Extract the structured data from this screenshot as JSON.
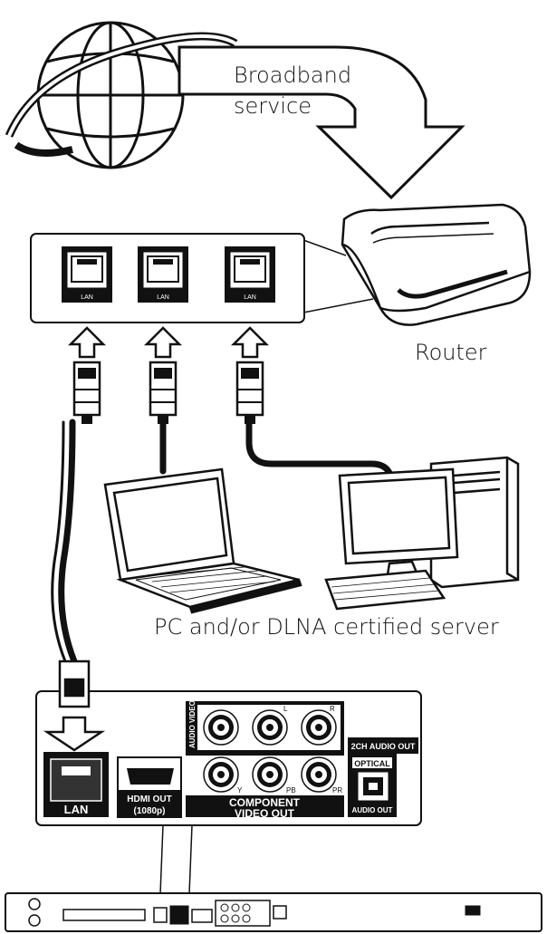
{
  "labels": {
    "broadband": "Broadband\nservice",
    "router": "Router",
    "server": "PC and/or DLNA certified server"
  },
  "router_ports": [
    "LAN",
    "LAN",
    "LAN"
  ],
  "player_panel": {
    "lan": "LAN",
    "hdmi_line1": "HDMI OUT",
    "hdmi_line2": "(1080p)",
    "component_line1": "COMPONENT",
    "component_line2": "VIDEO OUT",
    "audio_video_out": "AUDIO VIDEO",
    "two_ch_audio_out": "2CH AUDIO OUT",
    "optical": "OPTICAL",
    "audio_out": "AUDIO OUT",
    "jack_l": "L",
    "jack_r": "R",
    "jack_y": "Y",
    "jack_pb": "PB",
    "jack_pr": "PR"
  },
  "colors": {
    "line": "#111111",
    "panel_fill": "#ffffff",
    "dark": "#1a1a1a"
  }
}
